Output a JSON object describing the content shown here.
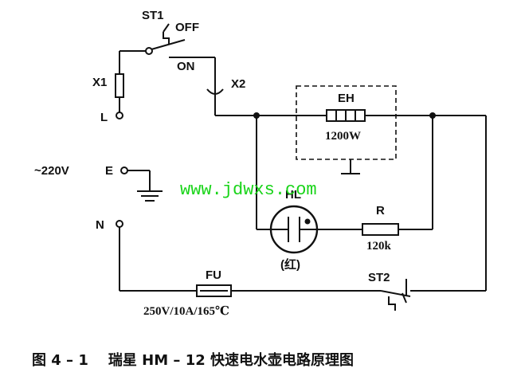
{
  "switch_st1": {
    "label": "ST1",
    "off_label": "OFF",
    "on_label": "ON"
  },
  "terminals": {
    "x1": "X1",
    "x2": "X2",
    "l": "L",
    "e": "E",
    "n": "N"
  },
  "supply": "~220V",
  "heater": {
    "label": "EH",
    "power": "1200W"
  },
  "lamp": {
    "label": "HL",
    "color_note": "(红)"
  },
  "resistor": {
    "label": "R",
    "value": "120k"
  },
  "fuse": {
    "label": "FU",
    "rating": "250V/10A/165℃"
  },
  "thermostat": {
    "label": "ST2"
  },
  "watermark": "www.jdwxs.com",
  "caption": "图 4 – 1    瑞星 HM – 12 快速电水壶电路原理图",
  "colors": {
    "ink": "#111111",
    "watermark": "#19d419"
  }
}
